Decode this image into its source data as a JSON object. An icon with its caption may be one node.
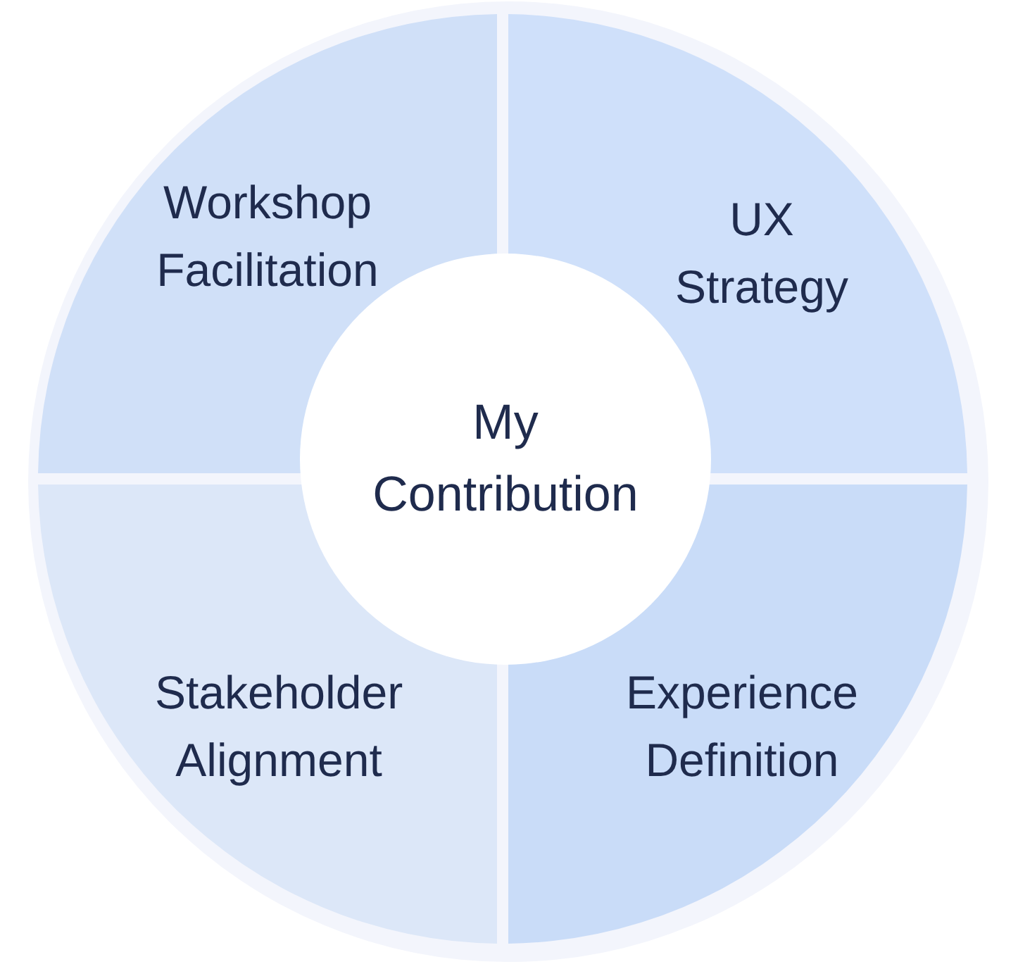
{
  "diagram": {
    "nodes": [
      {
        "text": [
          "Workshop Facilitation"
        ]
      },
      {
        "text": [
          "UX Strategy"
        ]
      },
      {
        "text": [
          "Stakeholder Alignment"
        ]
      },
      {
        "text": [
          "Experience Definition"
        ]
      },
      {
        "text": [
          "My Contribution"
        ]
      }
    ],
    "edges": []
  }
}
